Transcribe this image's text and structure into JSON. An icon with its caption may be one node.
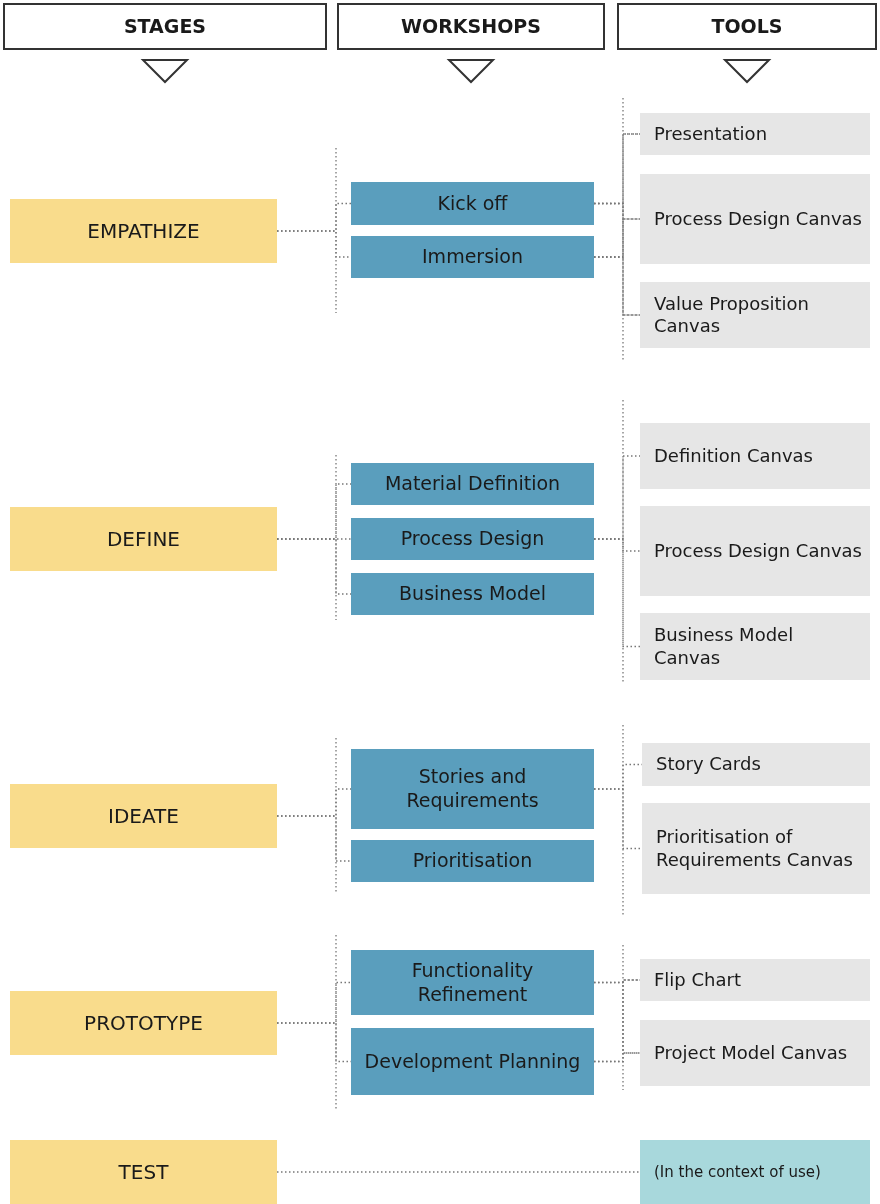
{
  "diagram": {
    "nodes": [
      {
        "text": [
          "STAGES"
        ]
      },
      {
        "text": [
          "WORKSHOPS"
        ]
      },
      {
        "text": [
          "TOOLS"
        ]
      },
      {
        "text": [
          "EMPATHIZE"
        ]
      },
      {
        "text": [
          "Kick off"
        ]
      },
      {
        "text": [
          "Immersion"
        ]
      },
      {
        "text": [
          "Presentation"
        ]
      },
      {
        "text": [
          "Process Design Canvas"
        ]
      },
      {
        "text": [
          "Value Proposition Canvas"
        ]
      },
      {
        "text": [
          "DEFINE"
        ]
      },
      {
        "text": [
          "Material Definition"
        ]
      },
      {
        "text": [
          "Process Design"
        ]
      },
      {
        "text": [
          "Business Model"
        ]
      },
      {
        "text": [
          "Definition Canvas"
        ]
      },
      {
        "text": [
          "Process Design Canvas"
        ]
      },
      {
        "text": [
          "Business Model Canvas"
        ]
      },
      {
        "text": [
          "IDEATE"
        ]
      },
      {
        "text": [
          "Stories and Requirements"
        ]
      },
      {
        "text": [
          "Prioritisation"
        ]
      },
      {
        "text": [
          "Story Cards"
        ]
      },
      {
        "text": [
          "Prioritisation of Requirements Canvas"
        ]
      },
      {
        "text": [
          "PROTOTYPE"
        ]
      },
      {
        "text": [
          "Functionality Refinement"
        ]
      },
      {
        "text": [
          "Development Planning"
        ]
      },
      {
        "text": [
          "Flip Chart"
        ]
      },
      {
        "text": [
          "Project Model Canvas"
        ]
      },
      {
        "text": [
          "TEST"
        ]
      },
      {
        "text": [
          "(In the context of use)"
        ]
      }
    ],
    "edges": [
      {
        "from": 3,
        "to": 4,
        "arrow": "none"
      },
      {
        "from": 3,
        "to": 5,
        "arrow": "none"
      },
      {
        "from": 4,
        "to": 6,
        "arrow": "none"
      },
      {
        "from": 4,
        "to": 7,
        "arrow": "none"
      },
      {
        "from": 4,
        "to": 8,
        "arrow": "none"
      },
      {
        "from": 5,
        "to": 6,
        "arrow": "none"
      },
      {
        "from": 5,
        "to": 7,
        "arrow": "none"
      },
      {
        "from": 5,
        "to": 8,
        "arrow": "none"
      },
      {
        "from": 9,
        "to": 10,
        "arrow": "none"
      },
      {
        "from": 9,
        "to": 11,
        "arrow": "none"
      },
      {
        "from": 9,
        "to": 12,
        "arrow": "none"
      },
      {
        "from": 11,
        "to": 13,
        "arrow": "none"
      },
      {
        "from": 11,
        "to": 14,
        "arrow": "none"
      },
      {
        "from": 11,
        "to": 15,
        "arrow": "none"
      },
      {
        "from": 16,
        "to": 17,
        "arrow": "none"
      },
      {
        "from": 16,
        "to": 18,
        "arrow": "none"
      },
      {
        "from": 17,
        "to": 19,
        "arrow": "none"
      },
      {
        "from": 17,
        "to": 20,
        "arrow": "none"
      },
      {
        "from": 21,
        "to": 22,
        "arrow": "none"
      },
      {
        "from": 21,
        "to": 23,
        "arrow": "none"
      },
      {
        "from": 22,
        "to": 24,
        "arrow": "none"
      },
      {
        "from": 22,
        "to": 25,
        "arrow": "none"
      },
      {
        "from": 23,
        "to": 24,
        "arrow": "none"
      },
      {
        "from": 23,
        "to": 25,
        "arrow": "none"
      },
      {
        "from": 26,
        "to": 27,
        "arrow": "none"
      }
    ]
  }
}
